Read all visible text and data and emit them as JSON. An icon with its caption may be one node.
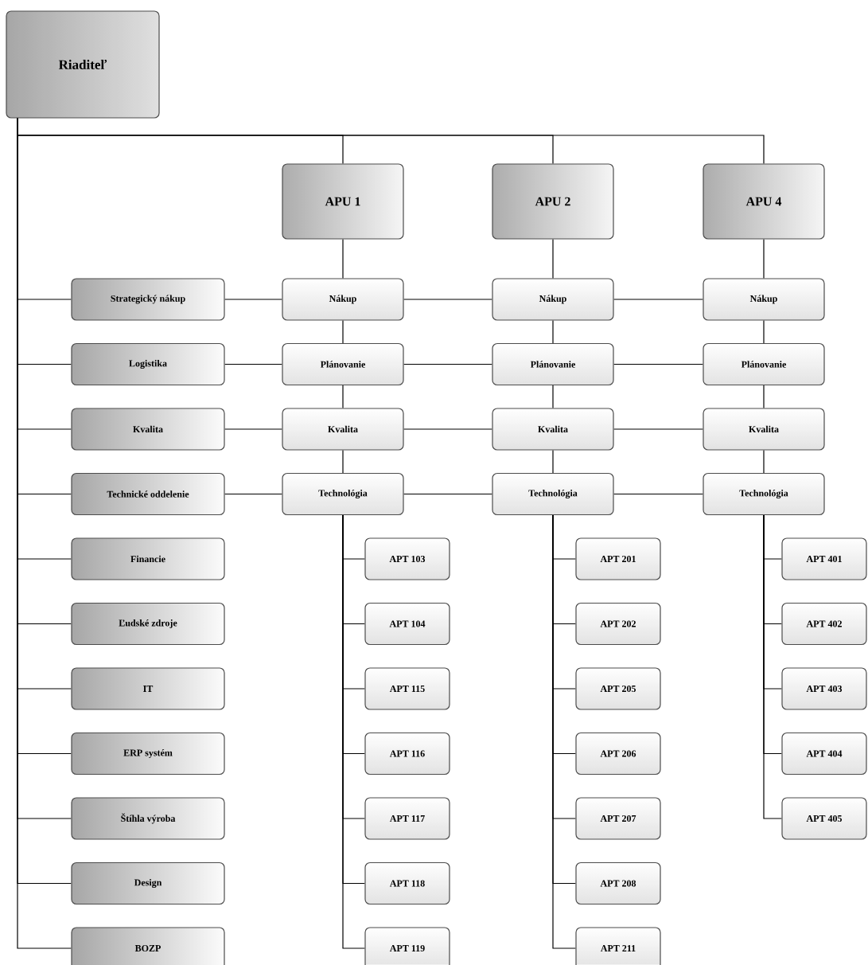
{
  "diagram": {
    "nodes": [
      {
        "text": [
          "Riaditeľ"
        ]
      },
      {
        "text": [
          "APU 1"
        ]
      },
      {
        "text": [
          "APU 2"
        ]
      },
      {
        "text": [
          "APU 4"
        ]
      },
      {
        "text": [
          "Strategický nákup"
        ]
      },
      {
        "text": [
          "Nákup"
        ]
      },
      {
        "text": [
          "Nákup"
        ]
      },
      {
        "text": [
          "Nákup"
        ]
      },
      {
        "text": [
          "Logistika"
        ]
      },
      {
        "text": [
          "Plánovanie"
        ]
      },
      {
        "text": [
          "Plánovanie"
        ]
      },
      {
        "text": [
          "Plánovanie"
        ]
      },
      {
        "text": [
          "Kvalita"
        ]
      },
      {
        "text": [
          "Kvalita"
        ]
      },
      {
        "text": [
          "Kvalita"
        ]
      },
      {
        "text": [
          "Kvalita"
        ]
      },
      {
        "text": [
          "Technické oddelenie"
        ]
      },
      {
        "text": [
          "Technológia"
        ]
      },
      {
        "text": [
          "Technológia"
        ]
      },
      {
        "text": [
          "Technológia"
        ]
      },
      {
        "text": [
          "Financie"
        ]
      },
      {
        "text": [
          "APT 103"
        ]
      },
      {
        "text": [
          "APT 201"
        ]
      },
      {
        "text": [
          "APT 401"
        ]
      },
      {
        "text": [
          "Ľudské zdroje"
        ]
      },
      {
        "text": [
          "APT 104"
        ]
      },
      {
        "text": [
          "APT 202"
        ]
      },
      {
        "text": [
          "APT 402"
        ]
      },
      {
        "text": [
          "IT"
        ]
      },
      {
        "text": [
          "APT 115"
        ]
      },
      {
        "text": [
          "APT 205"
        ]
      },
      {
        "text": [
          "APT 403"
        ]
      },
      {
        "text": [
          "ERP systém"
        ]
      },
      {
        "text": [
          "APT 116"
        ]
      },
      {
        "text": [
          "APT 206"
        ]
      },
      {
        "text": [
          "APT 404"
        ]
      },
      {
        "text": [
          "Štíhla výroba"
        ]
      },
      {
        "text": [
          "APT 117"
        ]
      },
      {
        "text": [
          "APT 207"
        ]
      },
      {
        "text": [
          "APT 405"
        ]
      },
      {
        "text": [
          "Design"
        ]
      },
      {
        "text": [
          "APT 118"
        ]
      },
      {
        "text": [
          "APT 208"
        ]
      },
      {
        "text": [
          "BOZP"
        ]
      },
      {
        "text": [
          "APT 119"
        ]
      },
      {
        "text": [
          "APT 211"
        ]
      }
    ],
    "edges": [
      {
        "from": 0,
        "to": 1,
        "arrow": "none"
      },
      {
        "from": 0,
        "to": 2,
        "arrow": "none"
      },
      {
        "from": 0,
        "to": 3,
        "arrow": "none"
      },
      {
        "from": 0,
        "to": 4,
        "arrow": "none"
      },
      {
        "from": 0,
        "to": 8,
        "arrow": "none"
      },
      {
        "from": 0,
        "to": 12,
        "arrow": "none"
      },
      {
        "from": 0,
        "to": 16,
        "arrow": "none"
      },
      {
        "from": 0,
        "to": 20,
        "arrow": "none"
      },
      {
        "from": 0,
        "to": 24,
        "arrow": "none"
      },
      {
        "from": 0,
        "to": 28,
        "arrow": "none"
      },
      {
        "from": 0,
        "to": 32,
        "arrow": "none"
      },
      {
        "from": 0,
        "to": 36,
        "arrow": "none"
      },
      {
        "from": 0,
        "to": 40,
        "arrow": "none"
      },
      {
        "from": 0,
        "to": 43,
        "arrow": "none"
      },
      {
        "from": 1,
        "to": 5,
        "arrow": "none"
      },
      {
        "from": 5,
        "to": 9,
        "arrow": "none"
      },
      {
        "from": 9,
        "to": 13,
        "arrow": "none"
      },
      {
        "from": 13,
        "to": 17,
        "arrow": "none"
      },
      {
        "from": 2,
        "to": 6,
        "arrow": "none"
      },
      {
        "from": 6,
        "to": 10,
        "arrow": "none"
      },
      {
        "from": 10,
        "to": 14,
        "arrow": "none"
      },
      {
        "from": 14,
        "to": 18,
        "arrow": "none"
      },
      {
        "from": 3,
        "to": 7,
        "arrow": "none"
      },
      {
        "from": 7,
        "to": 11,
        "arrow": "none"
      },
      {
        "from": 11,
        "to": 15,
        "arrow": "none"
      },
      {
        "from": 15,
        "to": 19,
        "arrow": "none"
      },
      {
        "from": 4,
        "to": 5,
        "arrow": "none"
      },
      {
        "from": 5,
        "to": 6,
        "arrow": "none"
      },
      {
        "from": 6,
        "to": 7,
        "arrow": "none"
      },
      {
        "from": 8,
        "to": 9,
        "arrow": "none"
      },
      {
        "from": 9,
        "to": 10,
        "arrow": "none"
      },
      {
        "from": 10,
        "to": 11,
        "arrow": "none"
      },
      {
        "from": 12,
        "to": 13,
        "arrow": "none"
      },
      {
        "from": 13,
        "to": 14,
        "arrow": "none"
      },
      {
        "from": 14,
        "to": 15,
        "arrow": "none"
      },
      {
        "from": 16,
        "to": 17,
        "arrow": "none"
      },
      {
        "from": 17,
        "to": 18,
        "arrow": "none"
      },
      {
        "from": 18,
        "to": 19,
        "arrow": "none"
      },
      {
        "from": 17,
        "to": 21,
        "arrow": "none"
      },
      {
        "from": 17,
        "to": 25,
        "arrow": "none"
      },
      {
        "from": 17,
        "to": 29,
        "arrow": "none"
      },
      {
        "from": 17,
        "to": 33,
        "arrow": "none"
      },
      {
        "from": 17,
        "to": 37,
        "arrow": "none"
      },
      {
        "from": 17,
        "to": 41,
        "arrow": "none"
      },
      {
        "from": 17,
        "to": 44,
        "arrow": "none"
      },
      {
        "from": 18,
        "to": 22,
        "arrow": "none"
      },
      {
        "from": 18,
        "to": 26,
        "arrow": "none"
      },
      {
        "from": 18,
        "to": 30,
        "arrow": "none"
      },
      {
        "from": 18,
        "to": 34,
        "arrow": "none"
      },
      {
        "from": 18,
        "to": 38,
        "arrow": "none"
      },
      {
        "from": 18,
        "to": 42,
        "arrow": "none"
      },
      {
        "from": 18,
        "to": 45,
        "arrow": "none"
      },
      {
        "from": 19,
        "to": 23,
        "arrow": "none"
      },
      {
        "from": 19,
        "to": 27,
        "arrow": "none"
      },
      {
        "from": 19,
        "to": 31,
        "arrow": "none"
      },
      {
        "from": 19,
        "to": 35,
        "arrow": "none"
      },
      {
        "from": 19,
        "to": 39,
        "arrow": "none"
      }
    ]
  }
}
